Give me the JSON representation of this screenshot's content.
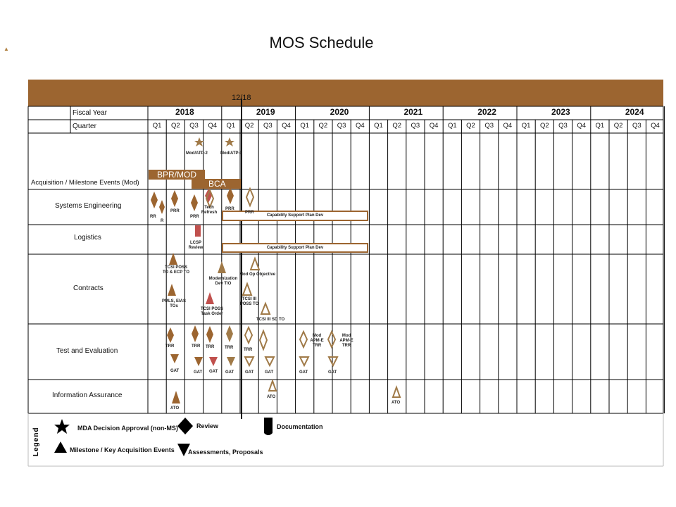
{
  "title": "MOS Schedule",
  "today_marker": "12/18",
  "header": {
    "fiscal_year_label": "Fiscal Year",
    "quarter_label": "Quarter",
    "years": [
      "2018",
      "2019",
      "2020",
      "2021",
      "2022",
      "2023",
      "2024"
    ],
    "quarters": [
      "Q1",
      "Q2",
      "Q3",
      "Q4"
    ]
  },
  "rows": [
    {
      "label": "Acquisition / Milestone Events (Mod)"
    },
    {
      "label": "Systems Engineering"
    },
    {
      "label": "Logistics"
    },
    {
      "label": "Contracts"
    },
    {
      "label": "Test and Evaluation"
    },
    {
      "label": "Information Assurance"
    }
  ],
  "bars": {
    "bpr_mod": "BPR/MOD",
    "bca": "BCA",
    "csp_se": "Capability Support Plan Dev",
    "csp_log": "Capability Support Plan Dev"
  },
  "events": {
    "mod_atp2": "Mod/ATP-2",
    "mod_atp3": "Mod/ATP-3",
    "se_rr": "RR",
    "se_r": "R",
    "se_prr1": "PRR",
    "se_prr2": "PRR",
    "se_tech_refresh": "Tech Refresh",
    "se_prr3": "PRR",
    "se_prr4": "PRR",
    "lcsp_review": "LCSP Review",
    "tcsi_poss": "TCSI POSS TO & ECP TO",
    "pmls": "PMLS, EIAS TOs",
    "mod_dev": "Modernization Dev T/O",
    "tcsi_task": "TCSI POSS Task Order",
    "mod_op": "Mod Op Objective",
    "tcsi3_poss": "TCSI III POSS TO",
    "tcsi3_sd": "TCSI III SD TO",
    "trr1": "TRR",
    "trr2": "TRR",
    "trr3": "TRR",
    "trr4": "TRR",
    "trr5": "TRR",
    "gat1": "GAT",
    "gat2": "GAT",
    "gat3": "GAT",
    "gat4": "GAT",
    "gat5": "GAT",
    "gat6": "GAT",
    "gat7": "GAT",
    "gat8": "GAT",
    "apm_e1": "Mod APM-E TRR",
    "apm_e2": "Mod APM-E TRR",
    "ato1": "ATO",
    "ato2": "ATO",
    "ato3": "ATO"
  },
  "legend": {
    "title": "Legend",
    "mda": "MDA Decision Approval (non-MS)",
    "review": "Review",
    "documentation": "Documentation",
    "milestone": "Milestone / Key Acquisition Events",
    "assessments": "Assessments, Proposals"
  },
  "colors": {
    "brown": "#9c6530",
    "tan": "#a07a48",
    "red": "#c0504d"
  }
}
